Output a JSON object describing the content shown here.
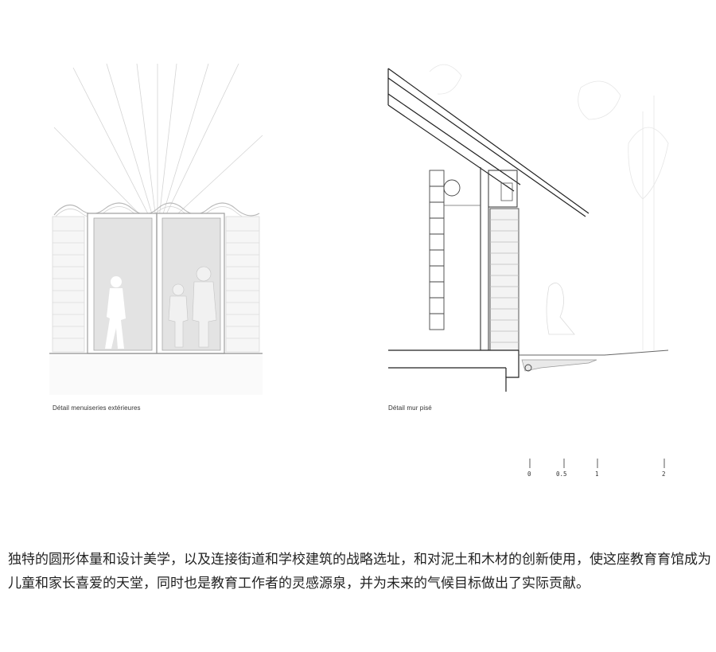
{
  "figures": {
    "left_caption": "Détail menuiseries extérieures",
    "right_caption": "Détail mur pisé"
  },
  "scale_bar": {
    "ticks": [
      "0",
      "0.5",
      "1",
      "2"
    ]
  },
  "article": {
    "paragraph": "独特的圆形体量和设计美学，以及连接街道和学校建筑的战略选址，和对泥土和木材的创新使用，使这座教育育馆成为儿童和家长喜爱的天堂，同时也是教育工作者的灵感源泉，并为未来的气候目标做出了实际贡献。"
  }
}
